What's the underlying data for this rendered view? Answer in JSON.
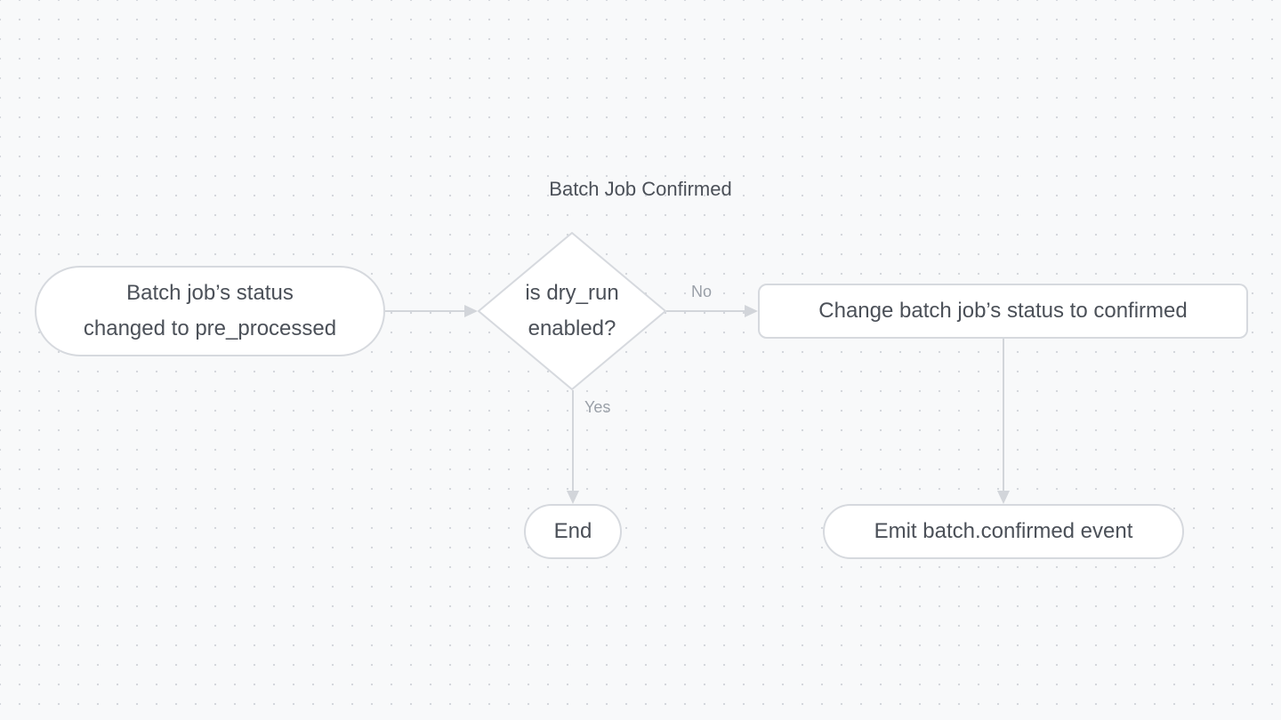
{
  "diagram": {
    "title": "Batch Job Confirmed",
    "nodes": {
      "start": {
        "line1": "Batch job’s status",
        "line2": "changed to pre_processed"
      },
      "decision": {
        "line1": "is dry_run",
        "line2": "enabled?"
      },
      "change_status": {
        "label": "Change batch job’s status to confirmed"
      },
      "end": {
        "label": "End"
      },
      "emit": {
        "label": "Emit batch.confirmed event"
      }
    },
    "edges": {
      "no_label": "No",
      "yes_label": "Yes"
    }
  },
  "colors": {
    "background": "#f8f9fa",
    "node_border": "#d6d9de",
    "edge": "#d2d5da",
    "text": "#4b5058",
    "edge_label": "#9aa0a8"
  }
}
